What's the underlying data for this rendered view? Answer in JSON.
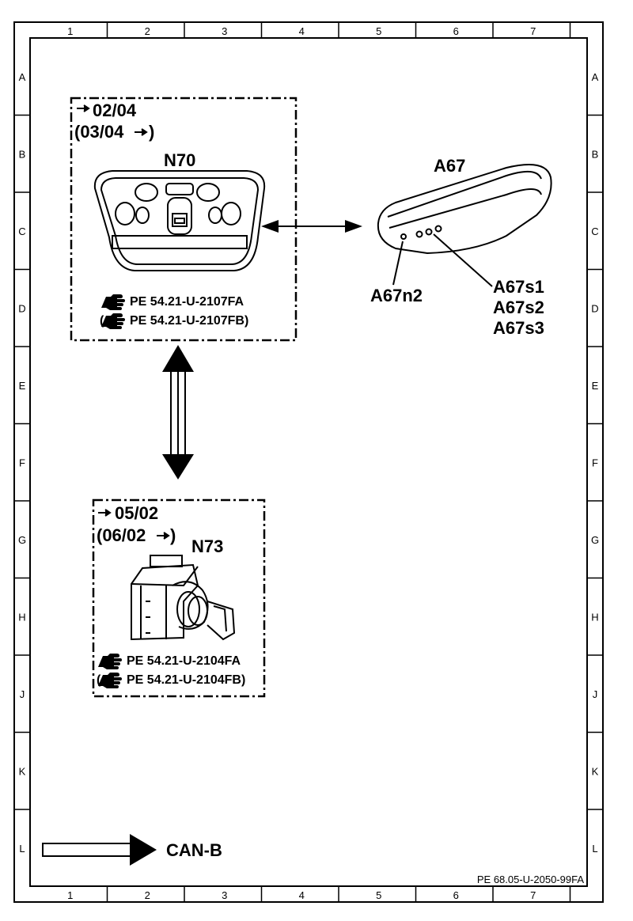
{
  "grid": {
    "columns": [
      "1",
      "2",
      "3",
      "4",
      "5",
      "6",
      "7"
    ],
    "rows": [
      "A",
      "B",
      "C",
      "D",
      "E",
      "F",
      "G",
      "H",
      "J",
      "K",
      "L"
    ]
  },
  "n70": {
    "date_from": "02/04",
    "date_to": "(03/04",
    "label": "N70",
    "ref_1": "PE  54.21-U-2107FA",
    "ref_2": "PE  54.21-U-2107FB)",
    "ref_2_open": "("
  },
  "a67": {
    "label": "A67",
    "n2": "A67n2",
    "s1": "A67s1",
    "s2": "A67s2",
    "s3": "A67s3"
  },
  "n73": {
    "date_from": "05/02",
    "date_to": "(06/02",
    "label": "N73",
    "ref_1": "PE  54.21-U-2104FA",
    "ref_2": "PE  54.21-U-2104FB)",
    "ref_2_open": "("
  },
  "legend": {
    "label": "CAN-B"
  },
  "doc_ref": "PE 68.05-U-2050-99FA",
  "colors": {
    "ink": "#000000",
    "paper": "#ffffff"
  }
}
